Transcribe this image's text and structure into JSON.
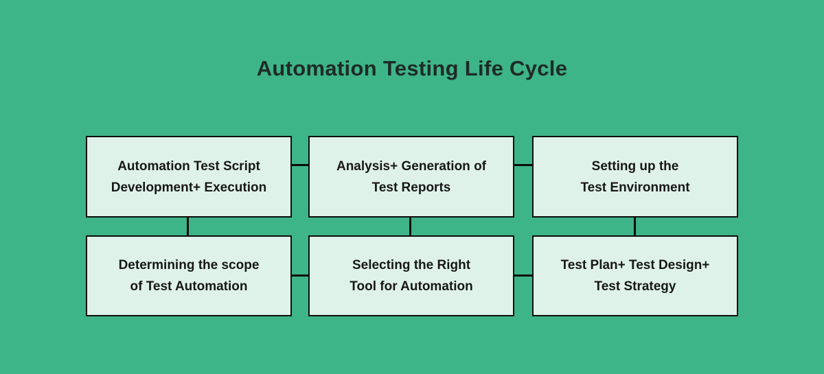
{
  "title": "Automation Testing Life Cycle",
  "colors": {
    "background": "#3eb489",
    "box_fill": "#dff2ea",
    "box_border": "#0d0d0d",
    "connector": "#0d0d0d",
    "title_text": "#1e2b26",
    "box_text": "#171717"
  },
  "diagram": {
    "rows": [
      {
        "boxes": [
          {
            "line1": "Automation Test Script",
            "line2": "Development+ Execution"
          },
          {
            "line1": "Analysis+ Generation of",
            "line2": "Test Reports"
          },
          {
            "line1": "Setting up the",
            "line2": "Test Environment"
          }
        ]
      },
      {
        "boxes": [
          {
            "line1": "Determining the scope",
            "line2": "of Test Automation"
          },
          {
            "line1": "Selecting the Right",
            "line2": "Tool for Automation"
          },
          {
            "line1": "Test Plan+ Test Design+",
            "line2": "Test Strategy"
          }
        ]
      }
    ]
  }
}
